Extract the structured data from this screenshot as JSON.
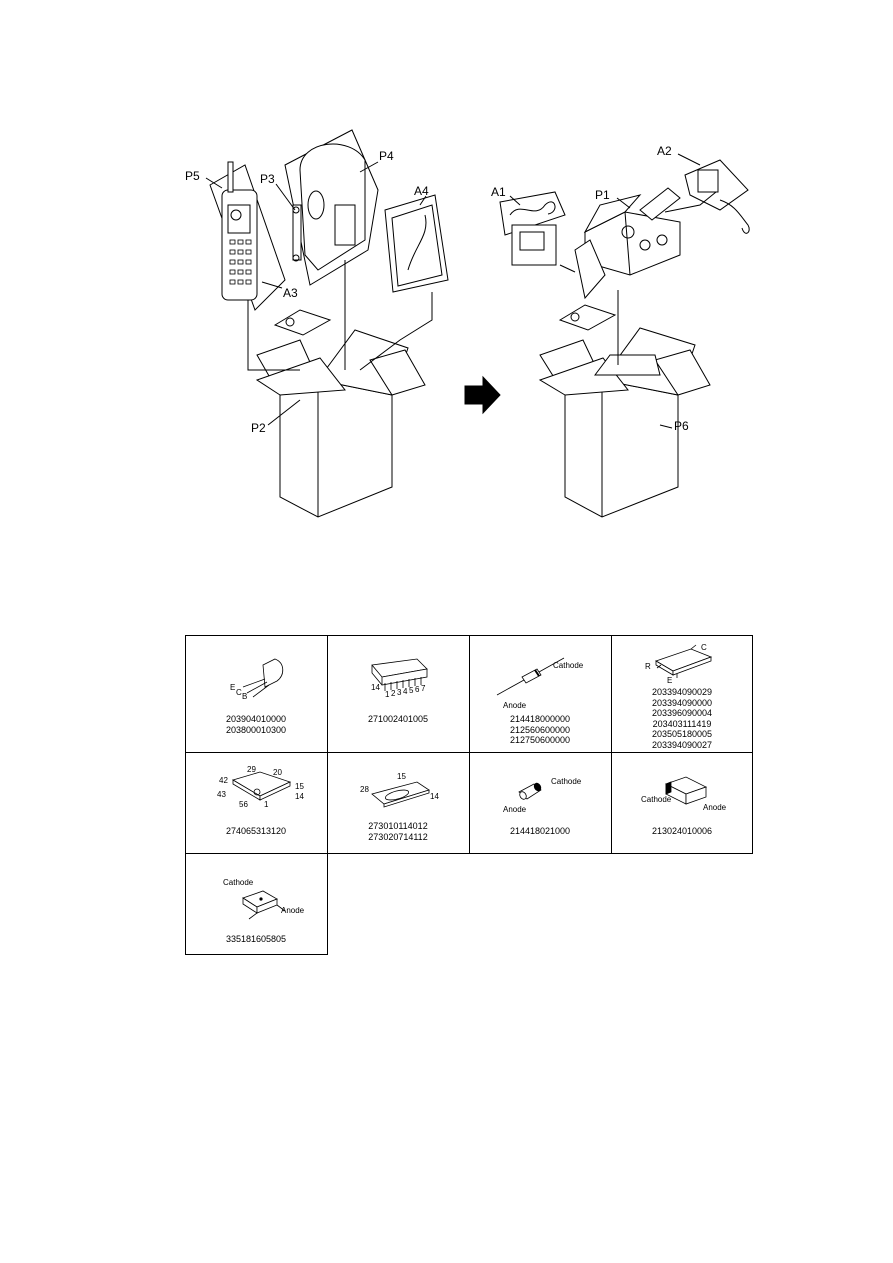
{
  "packing": {
    "labels": {
      "p5": "P5",
      "p3": "P3",
      "p4": "P4",
      "a4": "A4",
      "a3": "A3",
      "p2": "P2",
      "a1": "A1",
      "a2": "A2",
      "p1": "P1",
      "p6": "P6"
    }
  },
  "parts": [
    {
      "id": "transistor",
      "codes": [
        "203904010000",
        "203800010300"
      ],
      "labels": {
        "e": "E",
        "c": "C",
        "b": "B"
      }
    },
    {
      "id": "ic-dip14",
      "codes": [
        "271002401005"
      ],
      "labels": {
        "p14": "14",
        "p1": "1",
        "p2": "2",
        "p3": "3",
        "p4": "4",
        "p5": "5",
        "p6": "6",
        "p7": "7"
      }
    },
    {
      "id": "diode-axial",
      "codes": [
        "214418000000",
        "212560600000",
        "212750600000"
      ],
      "labels": {
        "cathode": "Cathode",
        "anode": "Anode"
      }
    },
    {
      "id": "sot23",
      "codes": [
        "203394090029",
        "203394090000",
        "203396090004",
        "203403111419",
        "203505180005",
        "203394090027"
      ],
      "labels": {
        "c": "C",
        "r": "R",
        "e": "E"
      }
    },
    {
      "id": "qfp56",
      "codes": [
        "274065313120"
      ],
      "labels": {
        "p29": "29",
        "p20": "20",
        "p42": "42",
        "p15": "15",
        "p14": "14",
        "p43": "43",
        "p56": "56",
        "p1": "1"
      }
    },
    {
      "id": "sop28",
      "codes": [
        "273010114012",
        "273020714112"
      ],
      "labels": {
        "p15": "15",
        "p28": "28",
        "p14": "14"
      }
    },
    {
      "id": "diode-melf",
      "codes": [
        "214418021000"
      ],
      "labels": {
        "cathode": "Cathode",
        "anode": "Anode"
      }
    },
    {
      "id": "diode-smd",
      "codes": [
        "213024010006"
      ],
      "labels": {
        "cathode": "Cathode",
        "anode": "Anode"
      }
    },
    {
      "id": "led-smd",
      "codes": [
        "335181605805"
      ],
      "labels": {
        "cathode": "Cathode",
        "anode": "Anode"
      }
    }
  ]
}
